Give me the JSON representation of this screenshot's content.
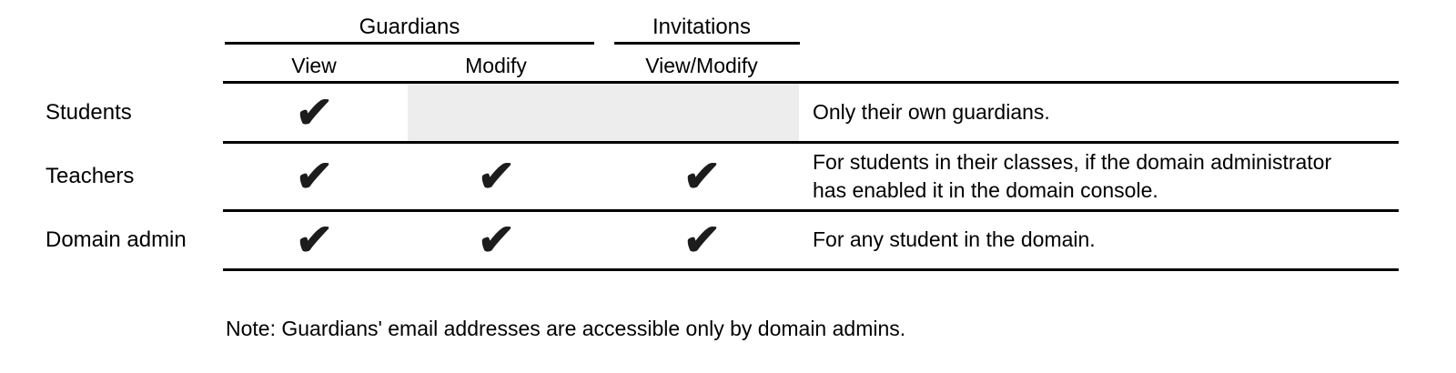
{
  "colors": {
    "rule": "#000000",
    "disabled_cell": "#ededed",
    "text": "#000000",
    "check": "#1c1c1c"
  },
  "table": {
    "column_groups": [
      {
        "label": "Guardians",
        "columns": [
          "View",
          "Modify"
        ]
      },
      {
        "label": "Invitations",
        "columns": [
          "View/Modify"
        ]
      }
    ],
    "subheaders": {
      "view": "View",
      "modify": "Modify",
      "view_modify": "View/Modify"
    },
    "check_glyph": "✔",
    "rows": [
      {
        "label": "Students",
        "guardians_view": "✔",
        "guardians_modify": "",
        "invitations_view_modify": "",
        "note": "Only their own guardians."
      },
      {
        "label": "Teachers",
        "guardians_view": "✔",
        "guardians_modify": "✔",
        "invitations_view_modify": "✔",
        "note_lines": [
          "For students in their classes, if the domain administrator",
          "has enabled it in the domain console."
        ]
      },
      {
        "label": "Domain admin",
        "guardians_view": "✔",
        "guardians_modify": "✔",
        "invitations_view_modify": "✔",
        "note": "For any student in the domain."
      }
    ]
  },
  "footnote": "Note: Guardians' email addresses are accessible only by domain admins."
}
